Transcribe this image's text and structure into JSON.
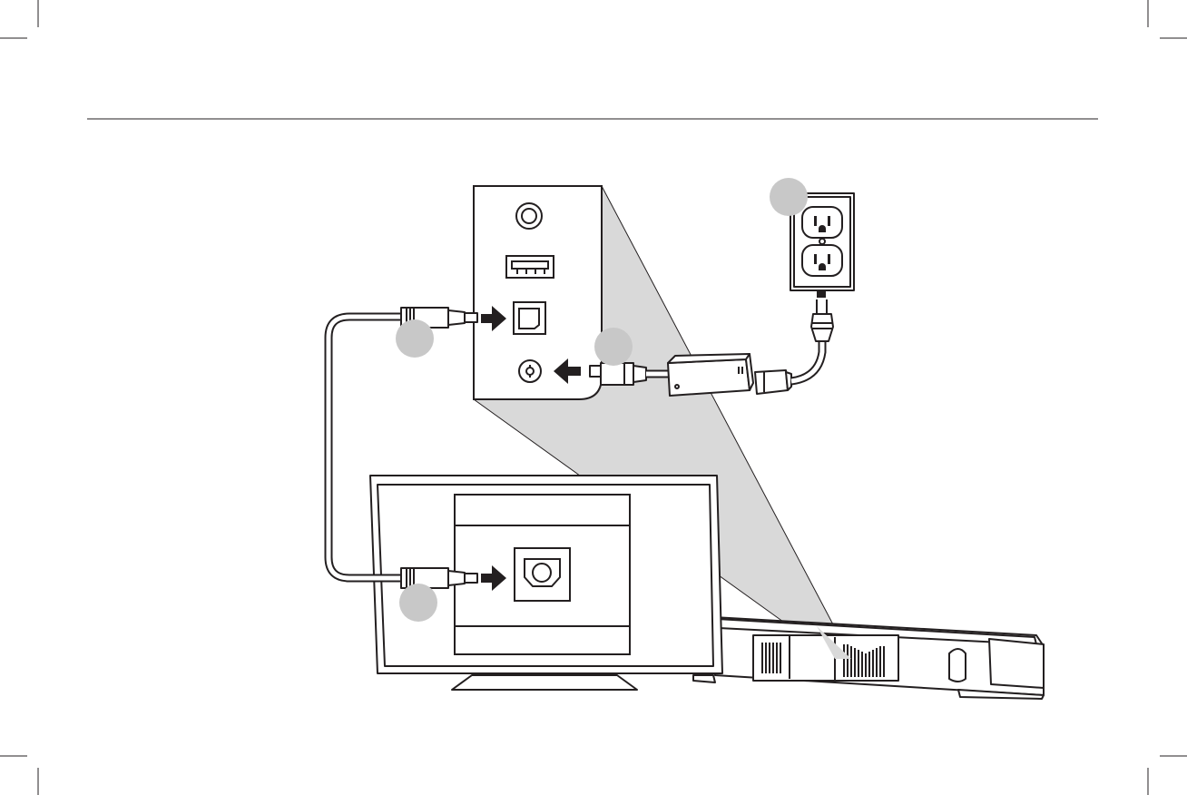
{
  "diagram": {
    "type": "soundbar-connection-diagram",
    "components": [
      "soundbar",
      "soundbar-rear-panel",
      "tv",
      "tv-rear-panel",
      "optical-cable",
      "power-adapter",
      "power-plug",
      "wall-outlet"
    ],
    "rear_panel_ports": [
      "aux-jack",
      "usb-port",
      "optical-port",
      "dc-power-jack"
    ],
    "step_markers": [
      {
        "id": "step-1",
        "label": ""
      },
      {
        "id": "step-2",
        "label": ""
      },
      {
        "id": "step-3",
        "label": ""
      },
      {
        "id": "step-4",
        "label": ""
      }
    ],
    "colors": {
      "line": "#231f20",
      "callout": "#d9d9d9",
      "step_marker": "#c8c8c8",
      "background": "#ffffff"
    }
  }
}
